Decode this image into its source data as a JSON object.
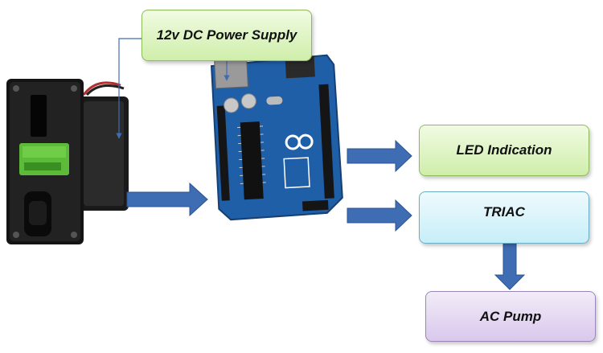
{
  "diagram": {
    "power_supply": "12v DC Power Supply",
    "led": "LED Indication",
    "triac": "TRIAC",
    "pump": "AC Pump"
  },
  "colors": {
    "arrow_blue": "#3f6db3",
    "box_green": "#cfeeaa",
    "box_cyan": "#c7eef8",
    "box_violet": "#d9c8ec",
    "board_blue": "#1f5fa8"
  }
}
